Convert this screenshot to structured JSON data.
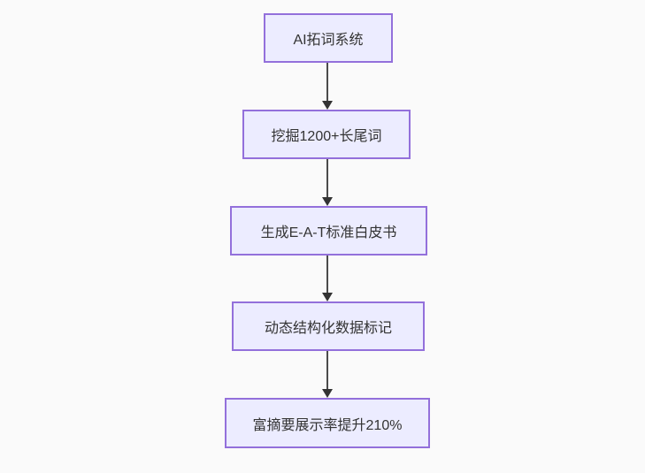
{
  "flowchart": {
    "type": "flowchart-top-down",
    "background_color": "#fafafa",
    "node_fill_color": "#ECECFF",
    "node_border_color": "#9370DB",
    "text_color": "#333333",
    "arrow_color": "#333333",
    "nodes": [
      {
        "label": "AI拓词系统"
      },
      {
        "label": "挖掘1200+长尾词"
      },
      {
        "label": "生成E-A-T标准白皮书"
      },
      {
        "label": "动态结构化数据标记"
      },
      {
        "label": "富摘要展示率提升210%"
      }
    ],
    "edges": [
      {
        "from": 0,
        "to": 1
      },
      {
        "from": 1,
        "to": 2
      },
      {
        "from": 2,
        "to": 3
      },
      {
        "from": 3,
        "to": 4
      }
    ]
  }
}
